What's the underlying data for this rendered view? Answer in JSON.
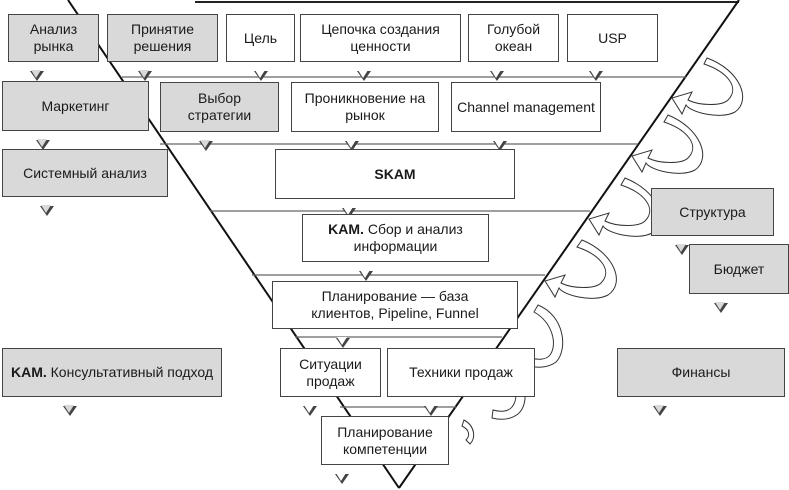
{
  "diagram": {
    "title": "",
    "funnel_rows": [
      {
        "row": 1,
        "boxes": [
          {
            "id": "cel",
            "text": "Цель",
            "fill": "white"
          },
          {
            "id": "value-chain",
            "text": "Цепочка создания ценности",
            "fill": "white"
          },
          {
            "id": "blue-ocean",
            "text": "Голубой океан",
            "fill": "white"
          },
          {
            "id": "usp",
            "text": "USP",
            "fill": "white"
          }
        ]
      },
      {
        "row": 2,
        "boxes": [
          {
            "id": "market-penetration",
            "text": "Проникновение на рынок",
            "fill": "white"
          },
          {
            "id": "channel-management",
            "text": "Channel management",
            "fill": "white"
          }
        ]
      },
      {
        "row": 3,
        "boxes": [
          {
            "id": "skam",
            "text_bold": "SKAM",
            "text": "",
            "fill": "white"
          }
        ]
      },
      {
        "row": 4,
        "boxes": [
          {
            "id": "kam-info",
            "text_bold": "KAM.",
            "text": "Сбор и анализ информации",
            "fill": "white"
          }
        ]
      },
      {
        "row": 5,
        "boxes": [
          {
            "id": "planning-base",
            "text": "Планирование — база клиентов, Pipeline, Funnel",
            "fill": "white"
          }
        ]
      },
      {
        "row": 6,
        "boxes": [
          {
            "id": "sales-situations",
            "text": "Ситуации продаж",
            "fill": "white"
          },
          {
            "id": "sales-techniques",
            "text": "Техники продаж",
            "fill": "white"
          }
        ]
      },
      {
        "row": 7,
        "boxes": [
          {
            "id": "competence-planning",
            "text": "Планирование компетенции",
            "fill": "white"
          }
        ]
      }
    ],
    "left_labels": [
      {
        "id": "market-analysis",
        "text": "Анализ рынка",
        "fill": "grey"
      },
      {
        "id": "decision-making",
        "text": "Принятие решения",
        "fill": "grey"
      },
      {
        "id": "marketing",
        "text": "Маркетинг",
        "fill": "grey"
      },
      {
        "id": "strategy-choice",
        "text": "Выбор стратегии",
        "fill": "grey"
      },
      {
        "id": "system-analysis",
        "text": "Системный анализ",
        "fill": "grey"
      },
      {
        "id": "kam-consultative",
        "text_bold": "KAM.",
        "text": "Консультативный подход",
        "fill": "grey"
      }
    ],
    "right_labels": [
      {
        "id": "structure",
        "text": "Структура",
        "fill": "grey"
      },
      {
        "id": "budget",
        "text": "Бюджет",
        "fill": "grey"
      },
      {
        "id": "finance",
        "text": "Финансы",
        "fill": "grey"
      }
    ],
    "feedback_arrows": 5,
    "colors": {
      "grey_fill": "#d9d9d9",
      "white_fill": "#ffffff",
      "stroke": "#1a1a1a"
    }
  }
}
